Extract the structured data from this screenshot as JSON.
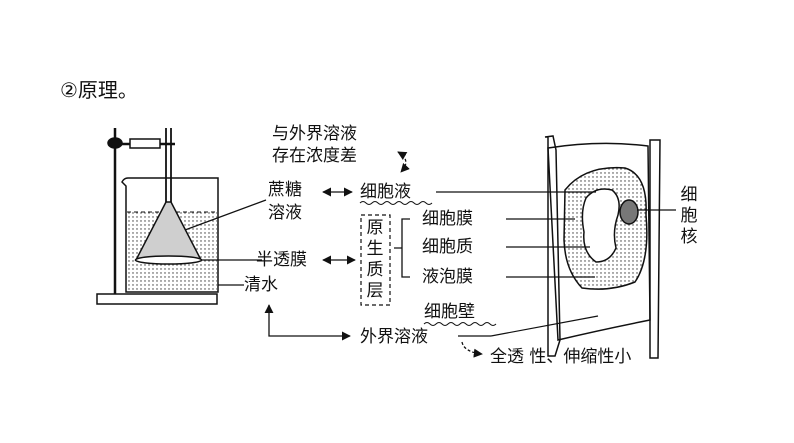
{
  "heading": "②原理。",
  "labels": {
    "concentration_diff_line1": "与外界溶液",
    "concentration_diff_line2": "存在浓度差",
    "sucrose_line1": "蔗糖",
    "sucrose_line2": "溶液",
    "cell_sap": "细胞液",
    "semipermeable_membrane": "半透膜",
    "clear_water": "清水",
    "protoplast_layer": "原生质层",
    "cell_membrane": "细胞膜",
    "cytoplasm": "细胞质",
    "vacuole_membrane": "液泡膜",
    "cell_wall": "细胞壁",
    "external_solution": "外界溶液",
    "wall_property": "全透 性、伸缩性小",
    "nucleus": "细胞核"
  }
}
